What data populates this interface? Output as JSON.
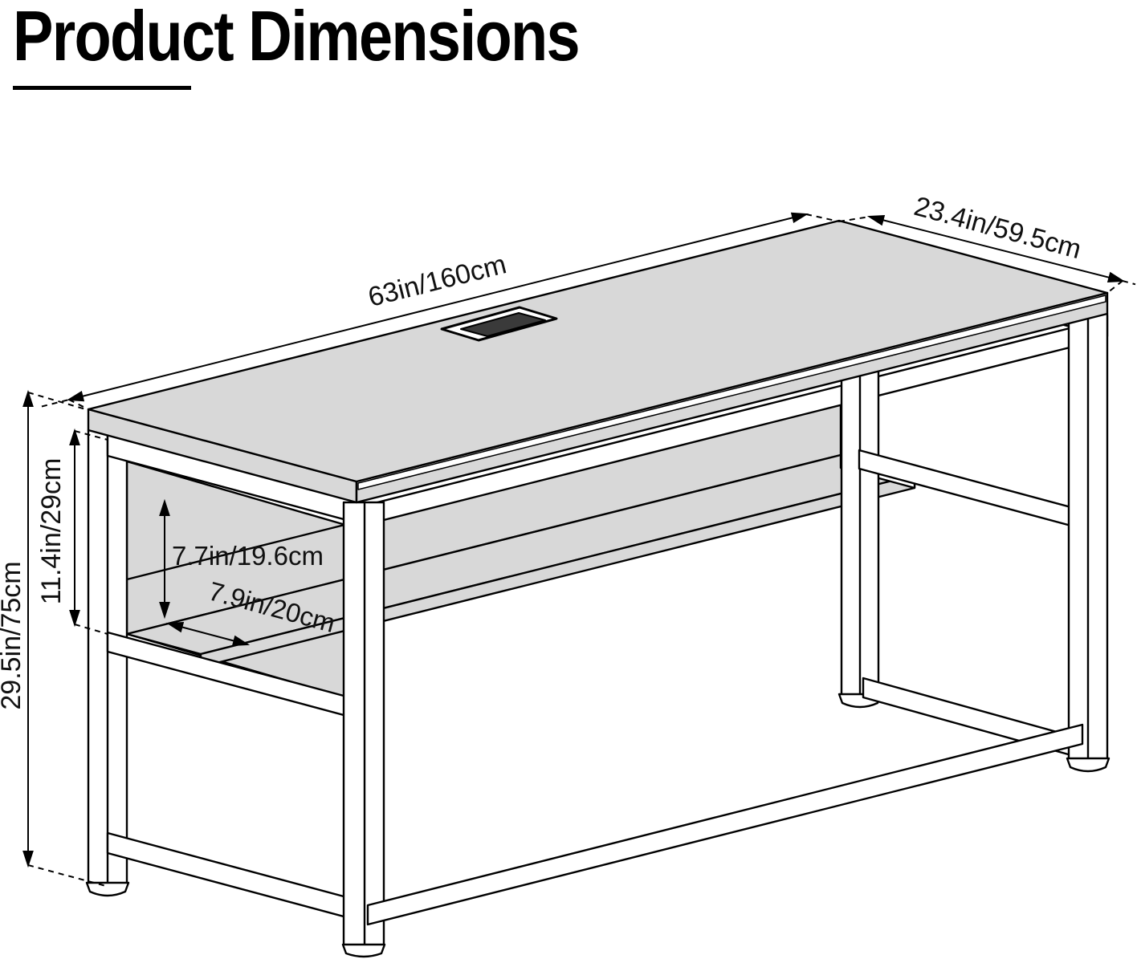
{
  "title": "Product Dimensions",
  "figure": {
    "type": "isometric-line-drawing",
    "subject": "computer desk with under-desk storage shelf and desktop cable grommet",
    "dimensions": {
      "length": "63in/160cm",
      "depth": "23.4in/59.5cm",
      "height": "29.5in/75cm",
      "desktop_to_shelf": "11.4in/29cm",
      "shelf_clearance": "7.7in/19.6cm",
      "shelf_depth": "7.9in/20cm"
    },
    "colors": {
      "background": "#ffffff",
      "line": "#000000",
      "surface_fill": "#d8d8d8",
      "grommet_fill": "#3a3a3a"
    }
  }
}
